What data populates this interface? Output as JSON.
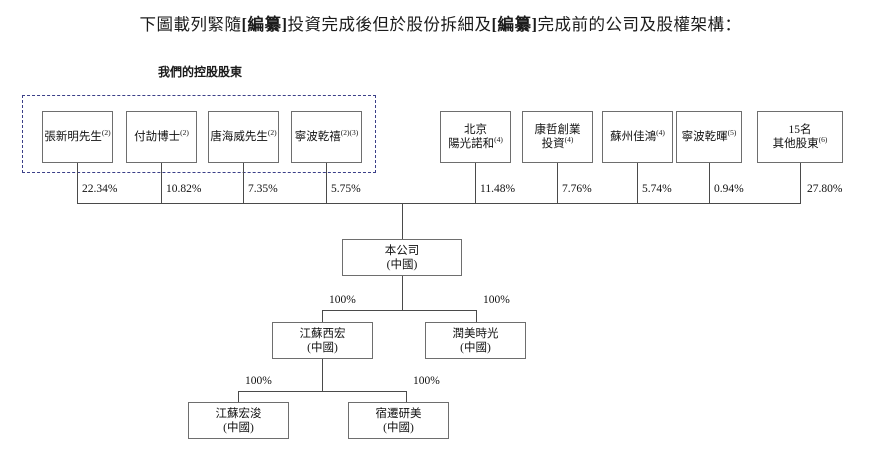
{
  "caption": {
    "part1": "下圖載列緊隨",
    "redact1": "[編纂]",
    "part2": "投資完成後但於股份拆細及",
    "redact2": "[編纂]",
    "part3": "完成前的公司及股權架構："
  },
  "group_label": "我們的控股股東",
  "shareholders": [
    {
      "name": "張新明先生",
      "note": "(2)",
      "pct": "22.34%"
    },
    {
      "name": "付劼博士",
      "note": "(2)",
      "pct": "10.82%"
    },
    {
      "name": "唐海威先生",
      "note": "(2)",
      "pct": "7.35%"
    },
    {
      "name": "寧波乾禧",
      "note": "(2)(3)",
      "pct": "5.75%"
    },
    {
      "name": "北京",
      "name2": "陽光諾和",
      "note": "(4)",
      "pct": "11.48%"
    },
    {
      "name": "康哲創業",
      "name2": "投資",
      "note": "(4)",
      "pct": "7.76%"
    },
    {
      "name": "蘇州佳鴻",
      "note": "(4)",
      "pct": "5.74%"
    },
    {
      "name": "寧波乾暉",
      "note": "(5)",
      "pct": "0.94%"
    },
    {
      "name": "15名",
      "name2": "其他股東",
      "note": "(6)",
      "pct": "27.80%"
    }
  ],
  "company": {
    "name": "本公司",
    "region": "(中國)"
  },
  "subsidiaries": [
    {
      "name": "江蘇西宏",
      "region": "(中國)",
      "pct": "100%"
    },
    {
      "name": "潤美時光",
      "region": "(中國)",
      "pct": "100%"
    }
  ],
  "sub_subsidiaries": [
    {
      "name": "江蘇宏浚",
      "region": "(中國)",
      "pct": "100%"
    },
    {
      "name": "宿遷研美",
      "region": "(中國)",
      "pct": "100%"
    }
  ],
  "colors": {
    "dashed_border": "#3b3f88",
    "box_border": "#6e6e6e",
    "line": "#4a4a4a",
    "text": "#111111",
    "background": "#ffffff"
  }
}
